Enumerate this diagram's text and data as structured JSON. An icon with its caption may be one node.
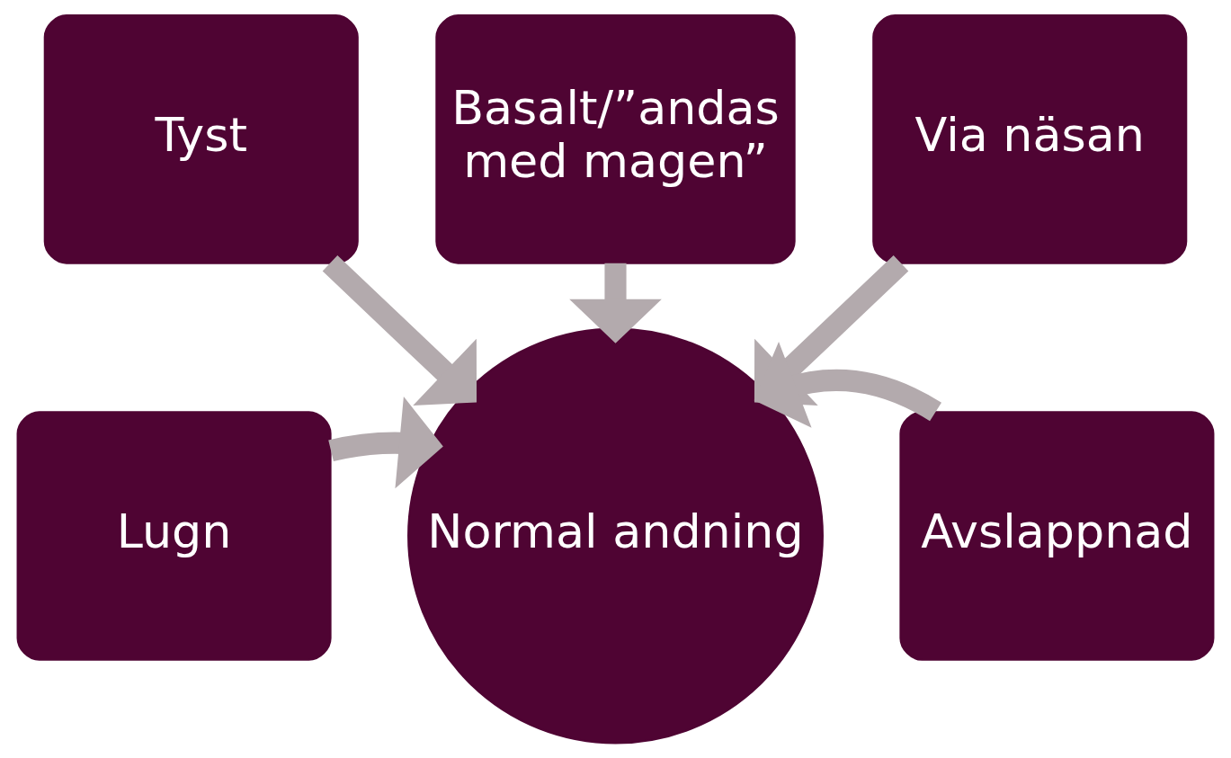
{
  "diagram": {
    "nodes": [
      {
        "text": [
          "Basalt/”andas med magen”"
        ]
      },
      {
        "text": [
          "Tyst"
        ]
      },
      {
        "text": [
          "Via näsan"
        ]
      },
      {
        "text": [
          "Lugn"
        ]
      },
      {
        "text": [
          "Normal andning"
        ]
      },
      {
        "text": [
          "Avslappnad"
        ]
      }
    ],
    "edges": [
      {
        "from": 1,
        "to": 4,
        "arrow": "to"
      },
      {
        "from": 0,
        "to": 4,
        "arrow": "to"
      },
      {
        "from": 2,
        "to": 4,
        "arrow": "to"
      },
      {
        "from": 3,
        "to": 4,
        "arrow": "to"
      },
      {
        "from": 5,
        "to": 4,
        "arrow": "to"
      }
    ]
  }
}
